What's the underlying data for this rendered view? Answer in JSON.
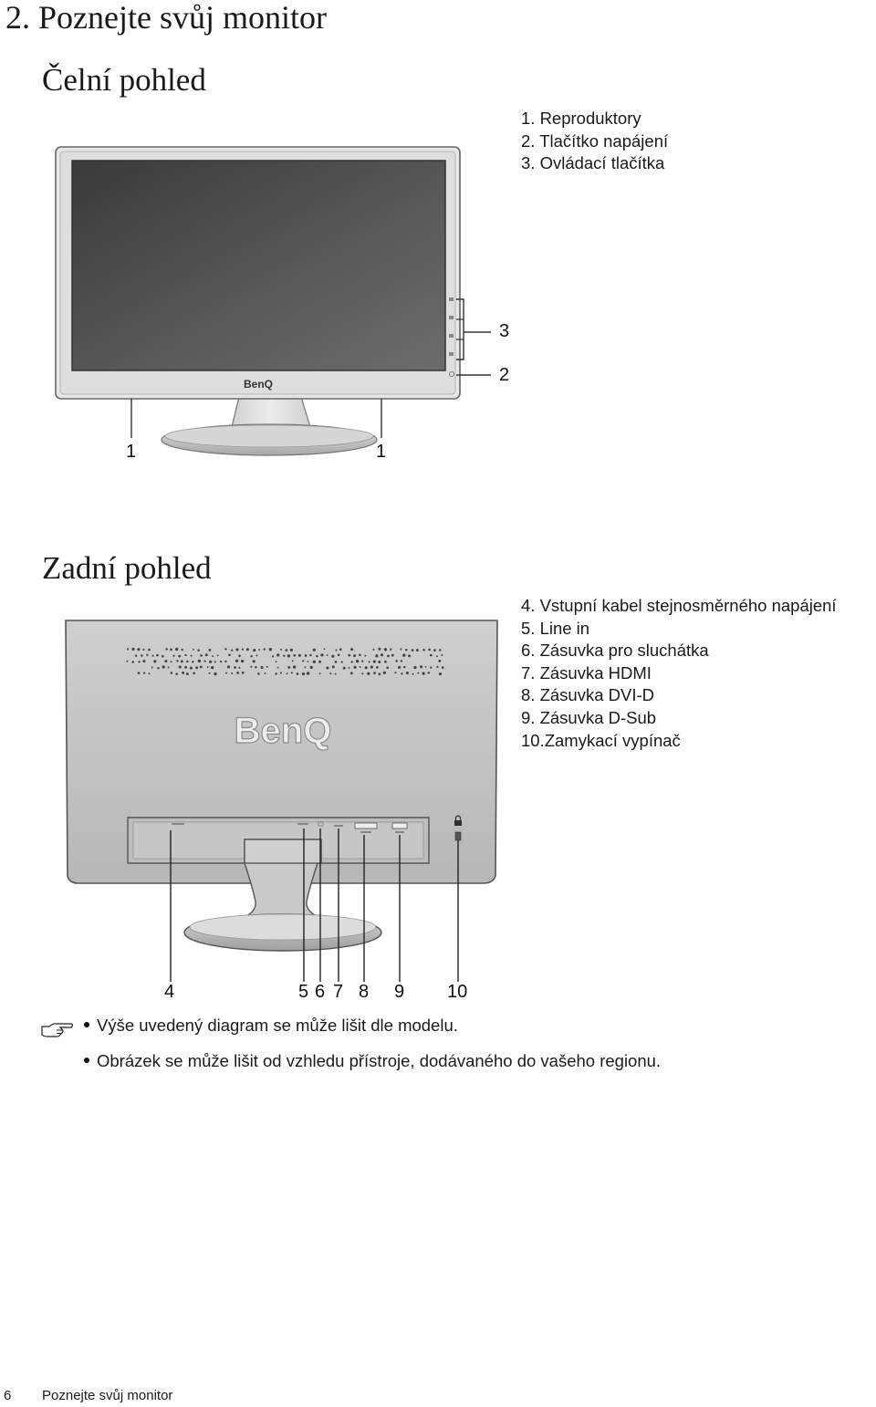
{
  "page_title": "2. Poznejte svůj monitor",
  "front": {
    "heading": "Čelní pohled",
    "items": [
      "1. Reproduktory",
      "2. Tlačítko napájení",
      "3. Ovládací tlačítka"
    ],
    "brand": "BenQ",
    "callouts": {
      "speaker_left": "1",
      "speaker_right": "1",
      "power": "2",
      "controls": "3"
    }
  },
  "rear": {
    "heading": "Zadní pohled",
    "items": [
      "4. Vstupní kabel stejnosměrného napájení",
      "5. Line in",
      "6. Zásuvka pro sluchátka",
      "7. Zásuvka HDMI",
      "8. Zásuvka DVI-D",
      "9. Zásuvka D-Sub",
      "10.Zamykací vypínač"
    ],
    "brand": "BenQ",
    "callouts": [
      "4",
      "5",
      "6",
      "7",
      "8",
      "9",
      "10"
    ]
  },
  "notes": [
    "Výše uvedený diagram se může lišit dle modelu.",
    "Obrázek se může lišit od vzhledu přístroje, dodávaného do vašeho regionu."
  ],
  "footer": {
    "page_number": "6",
    "section": "Poznejte svůj monitor"
  }
}
